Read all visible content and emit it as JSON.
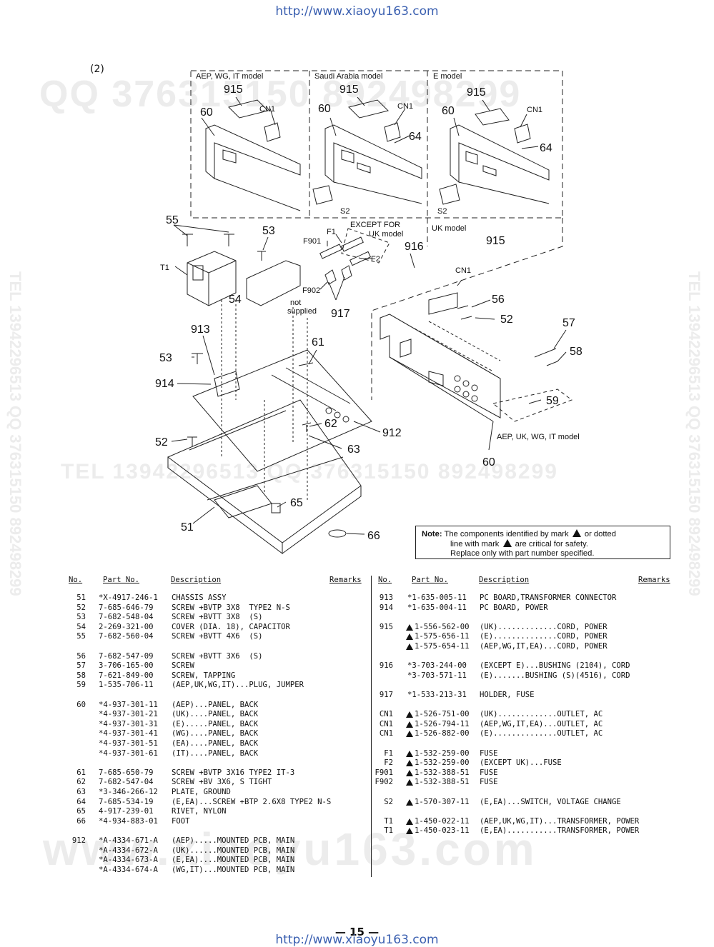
{
  "header": {
    "url": "http://www.xiaoyu163.com"
  },
  "footer": {
    "url": "http://www.xiaoyu163.com",
    "page_number": "— 15 —"
  },
  "watermarks": {
    "line1": "QQ 376315150  892498299",
    "line2": "TEL 13942296513  QQ 376315150  892498299",
    "line3": "www.xiaoyu163.com",
    "vertical": "TEL 13942296513  QQ 376315150  892498299"
  },
  "section": {
    "number": "(2)"
  },
  "diagram": {
    "boxes": {
      "aep": "AEP, WG, IT model",
      "saudi": "Saudi Arabia model",
      "e": "E model",
      "except_uk": "EXCEPT FOR",
      "except_uk2": "UK model",
      "uk": "UK model",
      "aep_uk": "AEP, UK, WG, IT model"
    },
    "labels": {
      "915": "915",
      "60": "60",
      "cn1": "CN1",
      "64": "64",
      "s2": "S2",
      "55": "55",
      "53": "53",
      "t1": "T1",
      "f1": "F1",
      "f901": "F901",
      "f2": "F2",
      "f902": "F902",
      "916": "916",
      "54": "54",
      "not": "not",
      "supplied": "supplied",
      "917": "917",
      "56": "56",
      "52": "52",
      "57": "57",
      "58": "58",
      "913": "913",
      "61": "61",
      "914": "914",
      "62": "62",
      "912": "912",
      "63": "63",
      "59": "59",
      "65": "65",
      "51": "51",
      "66": "66"
    }
  },
  "note": {
    "title": "Note:",
    "line1a": "The components identified by mark",
    "line1b": "or dotted",
    "line2a": "line with mark",
    "line2b": "are critical for safety.",
    "line3": "Replace only with part number specified."
  },
  "table_headers": {
    "no": "No.",
    "part_no": "Part No.",
    "description": "Description",
    "remarks": "Remarks"
  },
  "left_rows": [
    {
      "no": "51",
      "pn": "*X-4917-246-1",
      "desc": "CHASSIS ASSY"
    },
    {
      "no": "52",
      "pn": "7-685-646-79",
      "desc": "SCREW +BVTP 3X8  TYPE2 N-S"
    },
    {
      "no": "53",
      "pn": "7-682-548-04",
      "desc": "SCREW +BVTT 3X8  (S)"
    },
    {
      "no": "54",
      "pn": "2-269-321-00",
      "desc": "COVER (DIA. 18), CAPACITOR"
    },
    {
      "no": "55",
      "pn": "7-682-560-04",
      "desc": "SCREW +BVTT 4X6  (S)"
    },
    {
      "no": "",
      "pn": "",
      "desc": ""
    },
    {
      "no": "56",
      "pn": "7-682-547-09",
      "desc": "SCREW +BVTT 3X6  (S)"
    },
    {
      "no": "57",
      "pn": "3-706-165-00",
      "desc": "SCREW"
    },
    {
      "no": "58",
      "pn": "7-621-849-00",
      "desc": "SCREW, TAPPING"
    },
    {
      "no": "59",
      "pn": "1-535-706-11",
      "desc": "(AEP,UK,WG,IT)...PLUG, JUMPER"
    },
    {
      "no": "",
      "pn": "",
      "desc": ""
    },
    {
      "no": "60",
      "pn": "*4-937-301-11",
      "desc": "(AEP)...PANEL, BACK"
    },
    {
      "no": "",
      "pn": "*4-937-301-21",
      "desc": "(UK)....PANEL, BACK"
    },
    {
      "no": "",
      "pn": "*4-937-301-31",
      "desc": "(E).....PANEL, BACK"
    },
    {
      "no": "",
      "pn": "*4-937-301-41",
      "desc": "(WG)....PANEL, BACK"
    },
    {
      "no": "",
      "pn": "*4-937-301-51",
      "desc": "(EA)....PANEL, BACK"
    },
    {
      "no": "",
      "pn": "*4-937-301-61",
      "desc": "(IT)....PANEL, BACK"
    },
    {
      "no": "",
      "pn": "",
      "desc": ""
    },
    {
      "no": "61",
      "pn": "7-685-650-79",
      "desc": "SCREW +BVTP 3X16 TYPE2 IT-3"
    },
    {
      "no": "62",
      "pn": "7-682-547-04",
      "desc": "SCREW +BV 3X6, S TIGHT"
    },
    {
      "no": "63",
      "pn": "*3-346-266-12",
      "desc": "PLATE, GROUND"
    },
    {
      "no": "64",
      "pn": "7-685-534-19",
      "desc": "(E,EA)...SCREW +BTP 2.6X8 TYPE2 N-S"
    },
    {
      "no": "65",
      "pn": "4-917-239-01",
      "desc": "RIVET, NYLON"
    },
    {
      "no": "66",
      "pn": "*4-934-883-01",
      "desc": "FOOT"
    },
    {
      "no": "",
      "pn": "",
      "desc": ""
    },
    {
      "no": "912",
      "pn": "*A-4334-671-A",
      "desc": "(AEP).....MOUNTED PCB, MAIN"
    },
    {
      "no": "",
      "pn": "*A-4334-672-A",
      "desc": "(UK)......MOUNTED PCB, MAIN"
    },
    {
      "no": "",
      "pn": "*A-4334-673-A",
      "desc": "(E,EA)....MOUNTED PCB, MAIN"
    },
    {
      "no": "",
      "pn": "*A-4334-674-A",
      "desc": "(WG,IT)...MOUNTED PCB, MAIN"
    }
  ],
  "right_rows": [
    {
      "no": "913",
      "safe": false,
      "pn": "*1-635-005-11",
      "desc": "PC BOARD,TRANSFORMER CONNECTOR"
    },
    {
      "no": "914",
      "safe": false,
      "pn": "*1-635-004-11",
      "desc": "PC BOARD, POWER"
    },
    {
      "no": "",
      "safe": false,
      "pn": "",
      "desc": ""
    },
    {
      "no": "915",
      "safe": true,
      "pn": "1-556-562-00",
      "desc": "(UK).............CORD, POWER"
    },
    {
      "no": "",
      "safe": true,
      "pn": "1-575-656-11",
      "desc": "(E)..............CORD, POWER"
    },
    {
      "no": "",
      "safe": true,
      "pn": "1-575-654-11",
      "desc": "(AEP,WG,IT,EA)...CORD, POWER"
    },
    {
      "no": "",
      "safe": false,
      "pn": "",
      "desc": ""
    },
    {
      "no": "916",
      "safe": false,
      "pn": "*3-703-244-00",
      "desc": "(EXCEPT E)...BUSHING (2104), CORD"
    },
    {
      "no": "",
      "safe": false,
      "pn": "*3-703-571-11",
      "desc": "(E).......BUSHING (S)(4516), CORD"
    },
    {
      "no": "",
      "safe": false,
      "pn": "",
      "desc": ""
    },
    {
      "no": "917",
      "safe": false,
      "pn": "*1-533-213-31",
      "desc": "HOLDER, FUSE"
    },
    {
      "no": "",
      "safe": false,
      "pn": "",
      "desc": ""
    },
    {
      "no": "CN1",
      "safe": true,
      "pn": "1-526-751-00",
      "desc": "(UK).............OUTLET, AC"
    },
    {
      "no": "CN1",
      "safe": true,
      "pn": "1-526-794-11",
      "desc": "(AEP,WG,IT,EA)...OUTLET, AC"
    },
    {
      "no": "CN1",
      "safe": true,
      "pn": "1-526-882-00",
      "desc": "(E)..............OUTLET, AC"
    },
    {
      "no": "",
      "safe": false,
      "pn": "",
      "desc": ""
    },
    {
      "no": "F1",
      "safe": true,
      "pn": "1-532-259-00",
      "desc": "FUSE"
    },
    {
      "no": "F2",
      "safe": true,
      "pn": "1-532-259-00",
      "desc": "(EXCEPT UK)...FUSE"
    },
    {
      "no": "F901",
      "safe": true,
      "pn": "1-532-388-51",
      "desc": "FUSE"
    },
    {
      "no": "F902",
      "safe": true,
      "pn": "1-532-388-51",
      "desc": "FUSE"
    },
    {
      "no": "",
      "safe": false,
      "pn": "",
      "desc": ""
    },
    {
      "no": "S2",
      "safe": true,
      "pn": "1-570-307-11",
      "desc": "(E,EA)...SWITCH, VOLTAGE CHANGE"
    },
    {
      "no": "",
      "safe": false,
      "pn": "",
      "desc": ""
    },
    {
      "no": "T1",
      "safe": true,
      "pn": "1-450-022-11",
      "desc": "(AEP,UK,WG,IT)...TRANSFORMER, POWER"
    },
    {
      "no": "T1",
      "safe": true,
      "pn": "1-450-023-11",
      "desc": "(E,EA)...........TRANSFORMER, POWER"
    }
  ]
}
